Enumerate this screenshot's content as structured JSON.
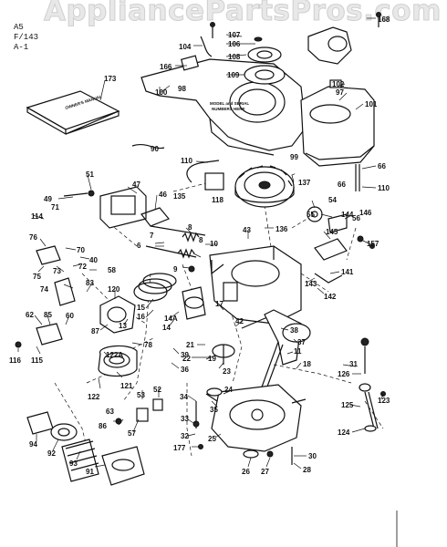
{
  "watermark": "AppliancePartsPros.com",
  "model": {
    "line1": "A5",
    "line2": "F/143",
    "line3": "A-1"
  },
  "manual_label": "OWNER'S MANUAL",
  "serial_note": {
    "line1": "MODEL and SERIAL",
    "line2": "NUMBERS HERE"
  },
  "parts": [
    {
      "id": "168",
      "label": "168"
    },
    {
      "id": "107",
      "label": "107"
    },
    {
      "id": "106",
      "label": "106"
    },
    {
      "id": "108",
      "label": "108"
    },
    {
      "id": "104",
      "label": "104"
    },
    {
      "id": "109",
      "label": "109"
    },
    {
      "id": "166",
      "label": "166"
    },
    {
      "id": "173",
      "label": "173"
    },
    {
      "id": "100",
      "label": "100"
    },
    {
      "id": "98",
      "label": "98"
    },
    {
      "id": "102",
      "label": "102"
    },
    {
      "id": "97",
      "label": "97"
    },
    {
      "id": "101",
      "label": "101"
    },
    {
      "id": "90",
      "label": "90"
    },
    {
      "id": "110a",
      "label": "110"
    },
    {
      "id": "99",
      "label": "99"
    },
    {
      "id": "66a",
      "label": "66"
    },
    {
      "id": "66b",
      "label": "66"
    },
    {
      "id": "110b",
      "label": "110"
    },
    {
      "id": "51",
      "label": "51"
    },
    {
      "id": "47",
      "label": "47"
    },
    {
      "id": "46",
      "label": "46"
    },
    {
      "id": "49",
      "label": "49"
    },
    {
      "id": "71",
      "label": "71"
    },
    {
      "id": "135",
      "label": "135"
    },
    {
      "id": "118",
      "label": "118"
    },
    {
      "id": "137",
      "label": "137"
    },
    {
      "id": "54",
      "label": "54"
    },
    {
      "id": "55",
      "label": "55"
    },
    {
      "id": "56",
      "label": "56"
    },
    {
      "id": "144",
      "label": "144"
    },
    {
      "id": "146",
      "label": "146"
    },
    {
      "id": "114",
      "label": "114"
    },
    {
      "id": "8a",
      "label": "8"
    },
    {
      "id": "43",
      "label": "43"
    },
    {
      "id": "136",
      "label": "136"
    },
    {
      "id": "76",
      "label": "76"
    },
    {
      "id": "70",
      "label": "70"
    },
    {
      "id": "7",
      "label": "7"
    },
    {
      "id": "8b",
      "label": "8"
    },
    {
      "id": "10",
      "label": "10"
    },
    {
      "id": "145",
      "label": "145"
    },
    {
      "id": "157",
      "label": "157"
    },
    {
      "id": "6",
      "label": "6"
    },
    {
      "id": "40",
      "label": "40"
    },
    {
      "id": "9",
      "label": "9"
    },
    {
      "id": "73",
      "label": "73"
    },
    {
      "id": "72",
      "label": "72"
    },
    {
      "id": "58",
      "label": "58"
    },
    {
      "id": "75",
      "label": "75"
    },
    {
      "id": "74",
      "label": "74"
    },
    {
      "id": "141",
      "label": "141"
    },
    {
      "id": "143",
      "label": "143"
    },
    {
      "id": "142",
      "label": "142"
    },
    {
      "id": "83",
      "label": "83"
    },
    {
      "id": "120",
      "label": "120"
    },
    {
      "id": "62",
      "label": "62"
    },
    {
      "id": "85",
      "label": "85"
    },
    {
      "id": "60",
      "label": "60"
    },
    {
      "id": "15",
      "label": "15"
    },
    {
      "id": "16",
      "label": "16"
    },
    {
      "id": "17",
      "label": "17"
    },
    {
      "id": "14A",
      "label": "14A"
    },
    {
      "id": "14",
      "label": "14"
    },
    {
      "id": "42",
      "label": "42"
    },
    {
      "id": "38",
      "label": "38"
    },
    {
      "id": "87",
      "label": "87"
    },
    {
      "id": "13",
      "label": "13"
    },
    {
      "id": "37",
      "label": "37"
    },
    {
      "id": "78",
      "label": "78"
    },
    {
      "id": "21",
      "label": "21"
    },
    {
      "id": "11",
      "label": "11"
    },
    {
      "id": "116",
      "label": "116"
    },
    {
      "id": "115",
      "label": "115"
    },
    {
      "id": "122A",
      "label": "122A"
    },
    {
      "id": "39",
      "label": "39"
    },
    {
      "id": "22",
      "label": "22"
    },
    {
      "id": "19",
      "label": "19"
    },
    {
      "id": "18",
      "label": "18"
    },
    {
      "id": "36",
      "label": "36"
    },
    {
      "id": "23",
      "label": "23"
    },
    {
      "id": "31",
      "label": "31"
    },
    {
      "id": "126",
      "label": "126"
    },
    {
      "id": "121",
      "label": "121"
    },
    {
      "id": "122",
      "label": "122"
    },
    {
      "id": "53",
      "label": "53"
    },
    {
      "id": "52",
      "label": "52"
    },
    {
      "id": "34",
      "label": "34"
    },
    {
      "id": "24",
      "label": "24"
    },
    {
      "id": "35",
      "label": "35"
    },
    {
      "id": "125",
      "label": "125"
    },
    {
      "id": "123",
      "label": "123"
    },
    {
      "id": "63",
      "label": "63"
    },
    {
      "id": "86",
      "label": "86"
    },
    {
      "id": "57",
      "label": "57"
    },
    {
      "id": "33",
      "label": "33"
    },
    {
      "id": "124",
      "label": "124"
    },
    {
      "id": "32",
      "label": "32"
    },
    {
      "id": "94",
      "label": "94"
    },
    {
      "id": "92",
      "label": "92"
    },
    {
      "id": "177",
      "label": "177"
    },
    {
      "id": "25",
      "label": "25"
    },
    {
      "id": "93",
      "label": "93"
    },
    {
      "id": "30",
      "label": "30"
    },
    {
      "id": "91",
      "label": "91"
    },
    {
      "id": "26",
      "label": "26"
    },
    {
      "id": "27",
      "label": "27"
    },
    {
      "id": "28",
      "label": "28"
    }
  ]
}
